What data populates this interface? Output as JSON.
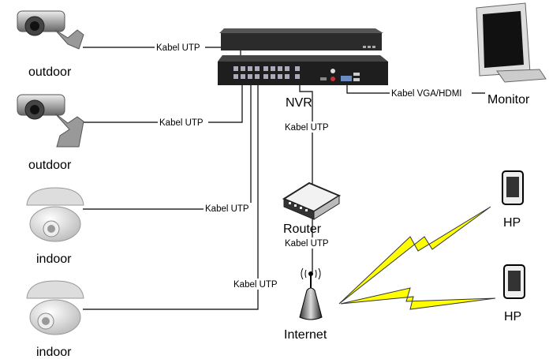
{
  "devices": {
    "camera_1": "outdoor",
    "camera_2": "outdoor",
    "camera_3": "indoor",
    "camera_4": "indoor",
    "nvr": "NVR",
    "monitor": "Monitor",
    "router": "Router",
    "internet": "Internet",
    "phone_1": "HP",
    "phone_2": "HP"
  },
  "connections": {
    "cam1_nvr": "Kabel UTP",
    "cam2_nvr": "Kabel UTP",
    "cam3_nvr": "Kabel UTP",
    "cam4_nvr": "Kabel UTP",
    "nvr_router": "Kabel UTP",
    "router_internet": "Kabel UTP",
    "nvr_monitor": "Kabel VGA/HDMI"
  },
  "colors": {
    "wireless": "#ffff00",
    "nvr_body": "#2b2b2b"
  }
}
